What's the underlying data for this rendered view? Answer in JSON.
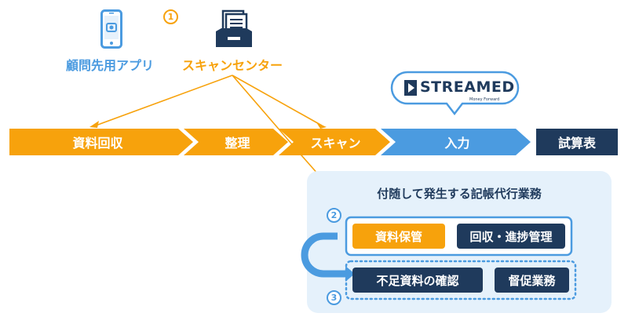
{
  "colors": {
    "orange": "#f7a20c",
    "blue": "#4b9be0",
    "navy": "#1f3a5c",
    "panel": "#e5f1fb",
    "step_number": "#f7a20c"
  },
  "top": {
    "app_label": "顧問先用アプリ",
    "scan_center_label": "スキャンセンター",
    "step1": "1",
    "phone_icon": "smartphone-camera-icon",
    "scanner_icon": "document-tray-icon"
  },
  "streamed": {
    "logo_text": "STREAMED",
    "logo_sub": "Money Forward"
  },
  "flow": {
    "step_a": "資料回収",
    "step_b": "整理",
    "step_c": "スキャン",
    "step_d": "入力",
    "step_e": "試算表"
  },
  "panel": {
    "title": "付随して発生する記帳代行業務",
    "step2": "2",
    "step3": "3",
    "box_storage": "資料保管",
    "box_collect": "回収・進捗管理",
    "box_missing": "不足資料の確認",
    "box_reminder": "督促業務"
  }
}
